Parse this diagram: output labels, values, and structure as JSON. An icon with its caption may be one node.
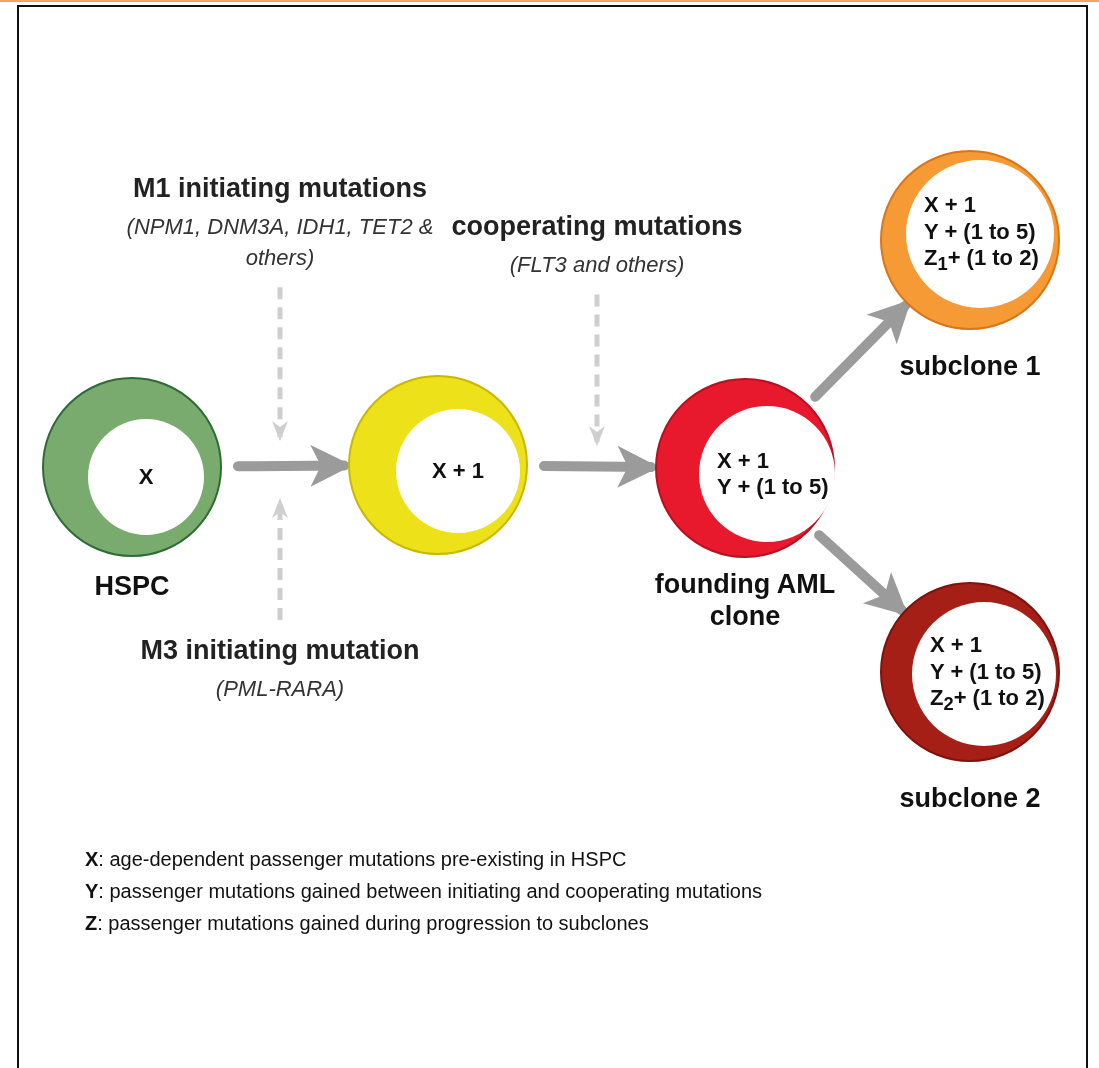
{
  "diagram": {
    "nodes": [
      {
        "text": [
          "X"
        ],
        "beside": [
          "HSPC"
        ]
      },
      {
        "text": [
          "X + 1"
        ]
      },
      {
        "text": [
          "X + 1",
          "Y + (1 to 5)"
        ],
        "beside": [
          "founding AML clone"
        ]
      },
      {
        "text": [
          "X + 1",
          "Y + (1 to 5)",
          "Z$_{1}$+ (1 to 2)"
        ],
        "beside": [
          "subclone 1"
        ]
      },
      {
        "text": [
          "X + 1",
          "Y + (1 to 5)",
          "Z$_{2}$+ (1 to 2)"
        ],
        "beside": [
          "subclone 2"
        ]
      },
      {
        "text": [
          "M1 initiating mutations",
          "(NPM1, DNM3A, IDH1, TET2 & others)"
        ]
      },
      {
        "text": [
          "cooperating mutations",
          "(FLT3 and others)"
        ]
      },
      {
        "text": [
          "M3 initiating mutation",
          "(PML-RARA)"
        ]
      }
    ],
    "edges": [
      {
        "from": 0,
        "to": 1,
        "arrow": "to"
      },
      {
        "from": 1,
        "to": 2,
        "arrow": "to"
      },
      {
        "from": 2,
        "to": 3,
        "arrow": "to"
      },
      {
        "from": 2,
        "to": 4,
        "arrow": "to"
      },
      {
        "from": 5,
        "to": null,
        "arrow": "to",
        "style": "dashed",
        "color": "#cfcfcf"
      },
      {
        "from": 6,
        "to": null,
        "arrow": "to",
        "style": "dashed",
        "color": "#cfcfcf"
      },
      {
        "from": 7,
        "to": null,
        "arrow": "to",
        "style": "dashed",
        "color": "#cfcfcf"
      }
    ],
    "labels": [
      "**X**: age-dependent passenger mutations pre-existing in HSPC",
      "**Y**: passenger mutations gained between initiating and cooperating mutations",
      "**Z**: passenger mutations gained during progression to subclones"
    ]
  }
}
